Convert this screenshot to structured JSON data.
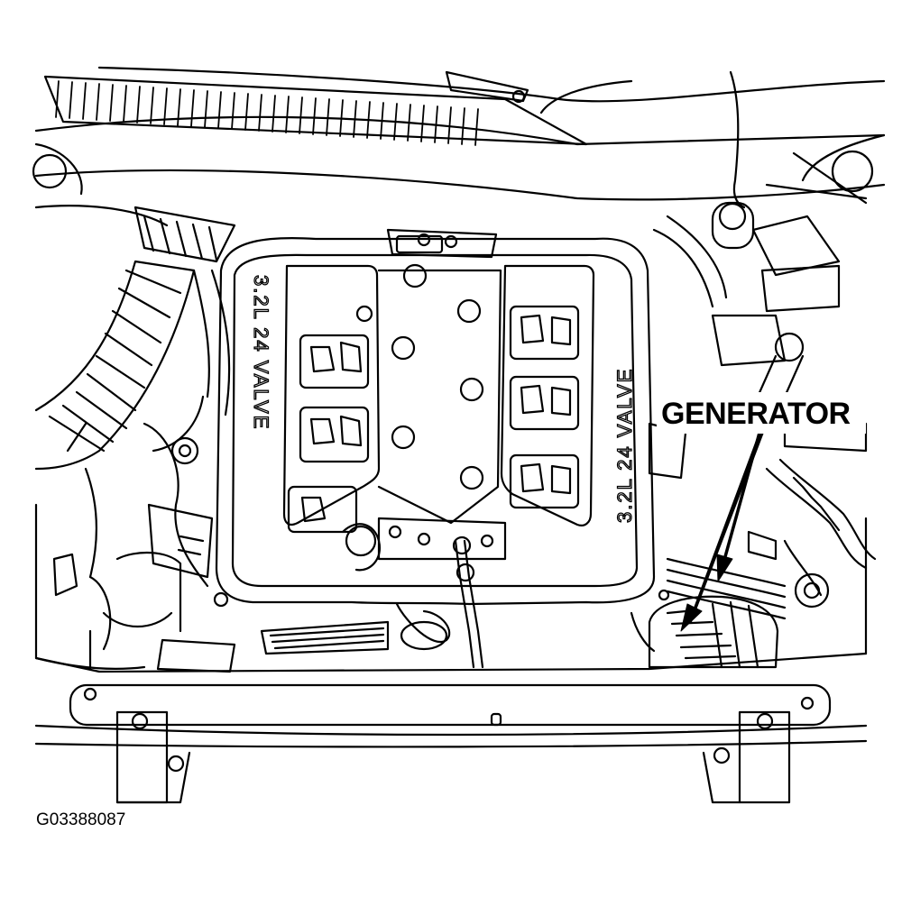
{
  "diagram": {
    "callout_label": "GENERATOR",
    "figure_id": "G03388087",
    "engine_cover_text": "3.2L 24 VALVE",
    "line_color": "#000000",
    "background_color": "#ffffff"
  }
}
